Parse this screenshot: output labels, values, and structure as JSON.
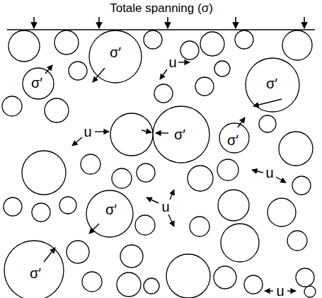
{
  "diagram": {
    "title": "Totale spanning (σ)",
    "labels": [
      "σ′",
      "u",
      "σ′",
      "σ′",
      "u",
      "σ′",
      "σ′",
      "u",
      "u",
      "σ′",
      "σ′",
      "u"
    ]
  }
}
